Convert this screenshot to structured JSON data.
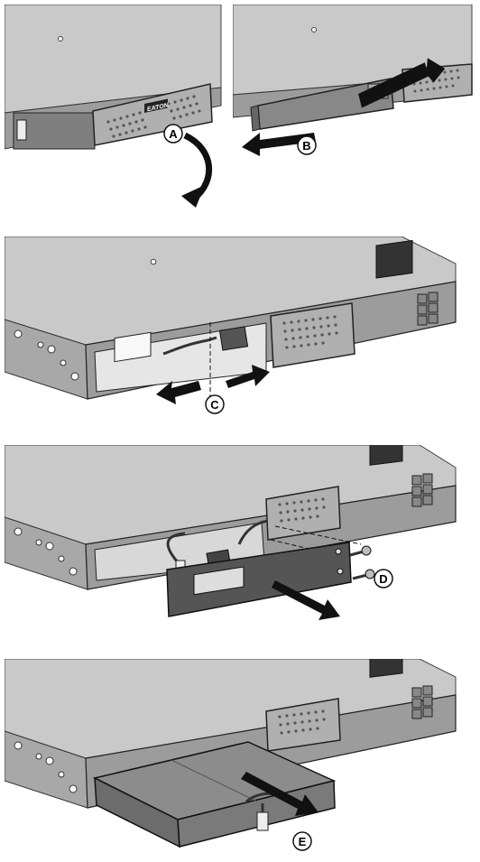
{
  "steps": [
    {
      "id": "A",
      "label": "A",
      "action": "rotate-bezel-down"
    },
    {
      "id": "B",
      "label": "B",
      "action": "slide-battery-cover-out"
    },
    {
      "id": "C",
      "label": "C",
      "action": "disconnect-battery-connector"
    },
    {
      "id": "D",
      "label": "D",
      "action": "remove-screws-and-bracket"
    },
    {
      "id": "E",
      "label": "E",
      "action": "pull-battery-out"
    }
  ],
  "brand_badge": "EATON",
  "colors": {
    "chassis_top": "#c8c8c8",
    "chassis_front": "#9a9a9a",
    "chassis_dark": "#555555",
    "arrow": "#111111",
    "outline": "#222222",
    "label_bg": "#ffffff"
  }
}
